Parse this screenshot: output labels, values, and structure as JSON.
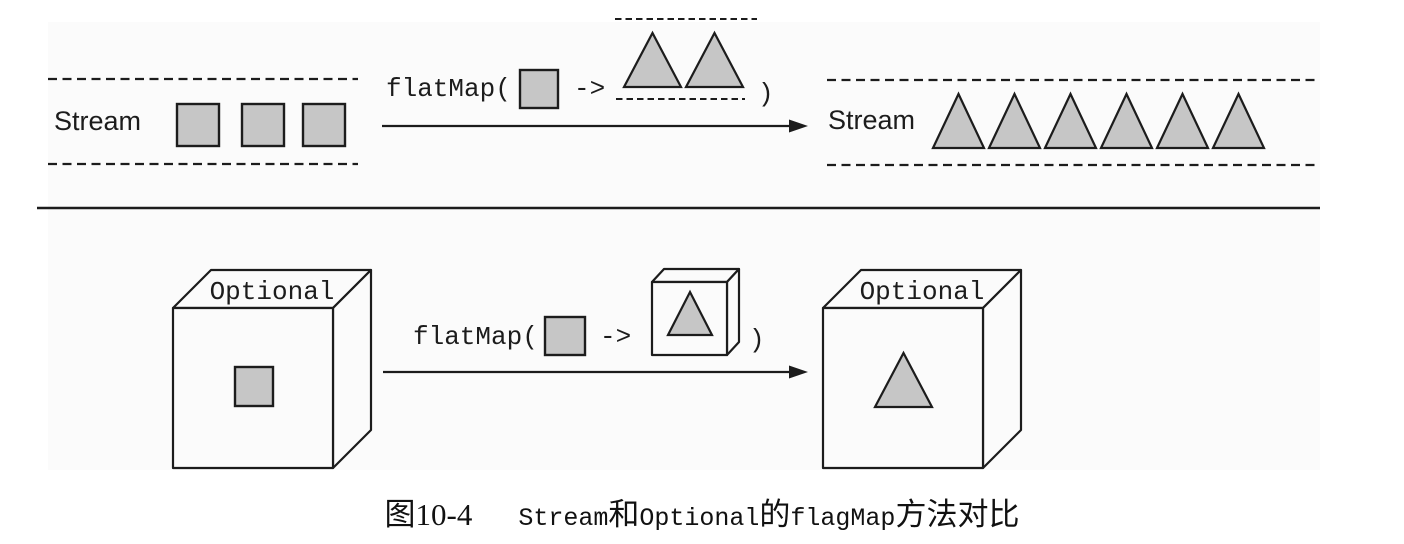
{
  "figure": {
    "top_row": {
      "source": {
        "label": "Stream",
        "item_shape": "square",
        "item_count": 3
      },
      "transform": {
        "prefix": "flatMap(",
        "arrow": "->",
        "suffix": ")",
        "input_shape": "square",
        "output_shape": "triangle",
        "output_count": 2,
        "output_container": "stream"
      },
      "result": {
        "label": "Stream",
        "item_shape": "triangle",
        "item_count": 6
      }
    },
    "bottom_row": {
      "source": {
        "label": "Optional",
        "item_shape": "square",
        "item_count": 1
      },
      "transform": {
        "prefix": "flatMap(",
        "arrow": "->",
        "suffix": ")",
        "input_shape": "square",
        "output_shape": "triangle",
        "output_count": 1,
        "output_container": "cube"
      },
      "result": {
        "label": "Optional",
        "item_shape": "triangle",
        "item_count": 1
      }
    },
    "caption": {
      "figure_number": "图10-4",
      "segments": [
        {
          "text": "Stream",
          "style": "code"
        },
        {
          "text": "和",
          "style": "cjk"
        },
        {
          "text": "Optional",
          "style": "code"
        },
        {
          "text": "的",
          "style": "cjk"
        },
        {
          "text": "flagMap",
          "style": "code"
        },
        {
          "text": "方法对比",
          "style": "cjk"
        }
      ],
      "full_text": "图10-4  Stream和Optional的flagMap方法对比"
    },
    "colors": {
      "shape_fill": "#c6c6c6",
      "line": "#1c1c1c",
      "scan_background": "#fbfbfb"
    }
  }
}
